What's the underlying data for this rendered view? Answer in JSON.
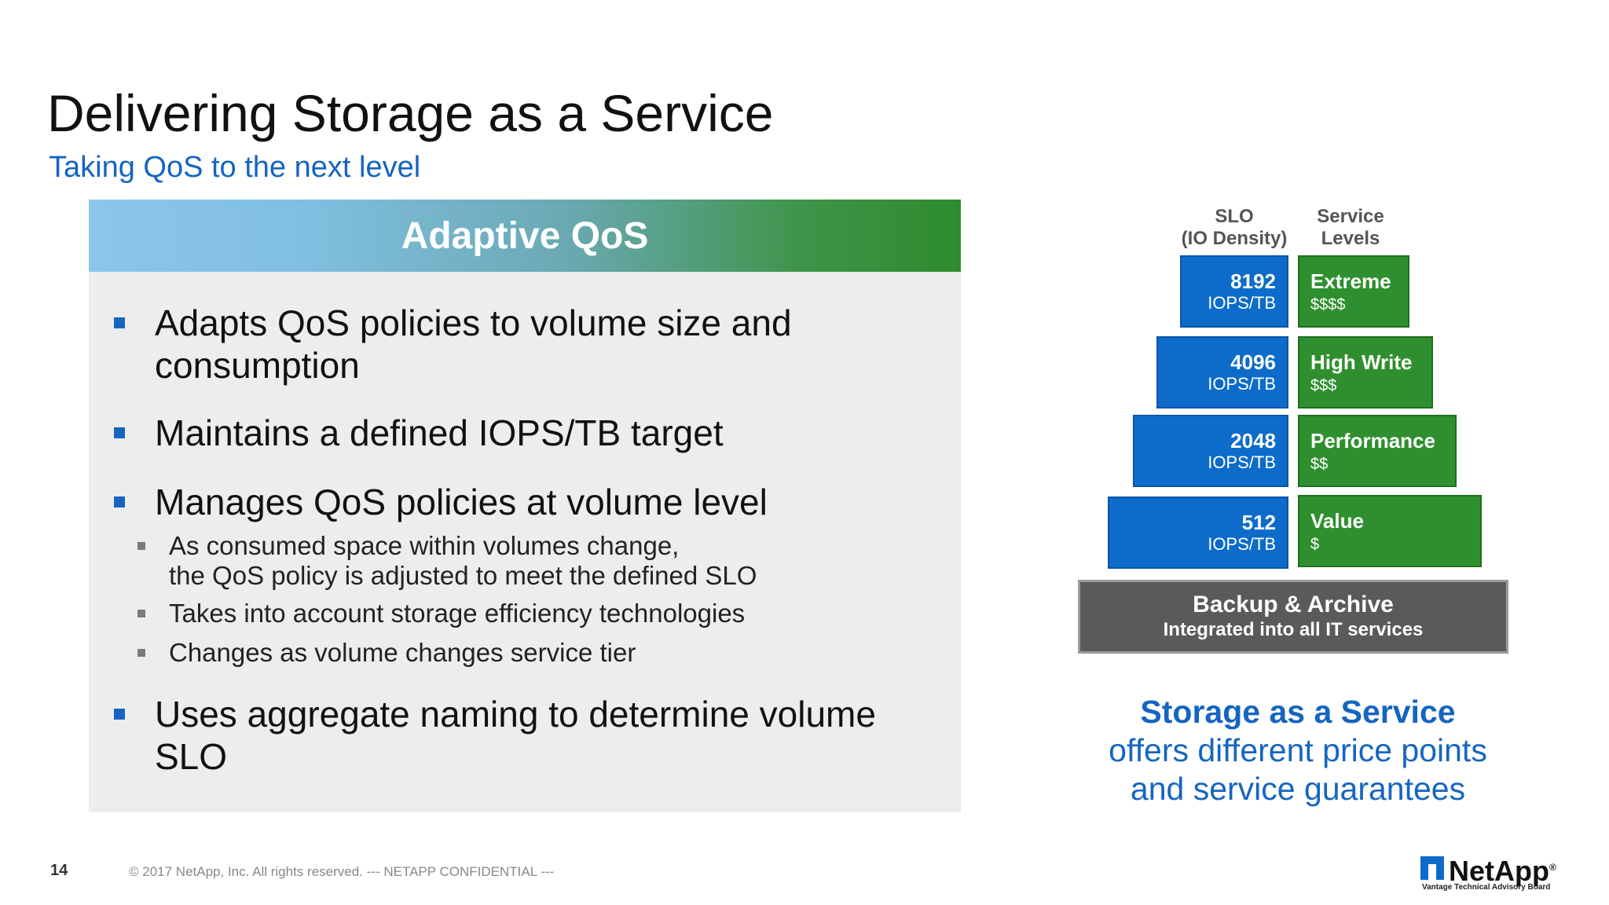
{
  "title": "Delivering Storage as a Service",
  "subtitle": "Taking QoS to the next level",
  "panel": {
    "header": "Adaptive QoS",
    "bullets": [
      {
        "line1": "Adapts QoS policies to volume size and",
        "line2": "consumption"
      },
      {
        "text": "Maintains a defined IOPS/TB target"
      },
      {
        "text": "Manages QoS policies at volume level"
      },
      {
        "line1": "As consumed space within volumes change,",
        "line2": "the QoS policy is adjusted to meet the defined SLO"
      },
      {
        "text": "Takes into account storage efficiency technologies"
      },
      {
        "text": "Changes as volume changes service tier"
      },
      {
        "line1": "Uses aggregate naming to determine volume",
        "line2": "SLO"
      }
    ]
  },
  "pyramid": {
    "slo_header": {
      "line1": "SLO",
      "line2": "(IO Density)"
    },
    "service_header": {
      "line1": "Service",
      "line2": "Levels"
    },
    "tiers": [
      {
        "slo": "8192",
        "unit": "IOPS/TB",
        "level": "Extreme",
        "price": "$$$$"
      },
      {
        "slo": "4096",
        "unit": "IOPS/TB",
        "level": "High Write",
        "price": "$$$"
      },
      {
        "slo": "2048",
        "unit": "IOPS/TB",
        "level": "Performance",
        "price": "$$"
      },
      {
        "slo": "512",
        "unit": "IOPS/TB",
        "level": "Value",
        "price": "$"
      }
    ],
    "base": {
      "line1": "Backup & Archive",
      "line2": "Integrated into all IT services"
    }
  },
  "tagline": {
    "line1": "Storage as a Service",
    "line2": "offers different price points",
    "line3": "and service guarantees"
  },
  "footer": {
    "page_number": "14",
    "copyright": "© 2017 NetApp, Inc. All rights reserved.  --- NETAPP CONFIDENTIAL ---"
  },
  "logo": {
    "name": "NetApp",
    "registered": "®",
    "tagline": "Vantage Technical Advisory Board"
  },
  "colors": {
    "accent_blue": "#1565c0",
    "slo_blue": "#0d6cc9",
    "service_green": "#2f8f2f",
    "base_gray": "#5a5a5d"
  }
}
